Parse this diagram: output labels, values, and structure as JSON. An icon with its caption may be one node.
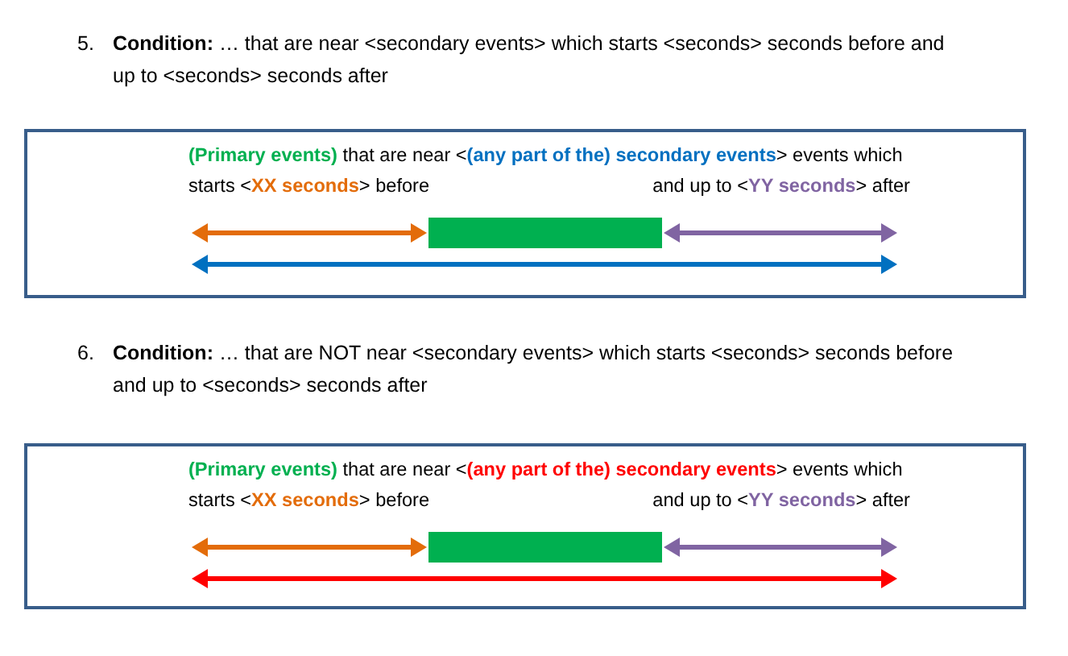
{
  "diagram": {
    "nodes": [
      {
        "text": [
          "**(Primary events)** that are near <**(any part of the) secondary events**> events which",
          "starts <**XX seconds**> before",
          "and up to <**YY seconds**> after"
        ]
      },
      {
        "text": [],
        "shape": "bar",
        "in": 0
      },
      {
        "text": [
          "**(Primary events)** that are near <**(any part of the) secondary events**> events which",
          "starts <**XX seconds**> before",
          "and up to <**YY seconds**> after"
        ]
      },
      {
        "text": [],
        "shape": "bar",
        "in": 2
      }
    ],
    "labels": [
      "5.",
      "**Condition:** … that are near <secondary events> which starts <seconds> seconds before and up to <seconds> seconds after",
      "6.",
      "**Condition:** … that are NOT near <secondary events> which starts <seconds> seconds before and up to <seconds> seconds after"
    ]
  }
}
